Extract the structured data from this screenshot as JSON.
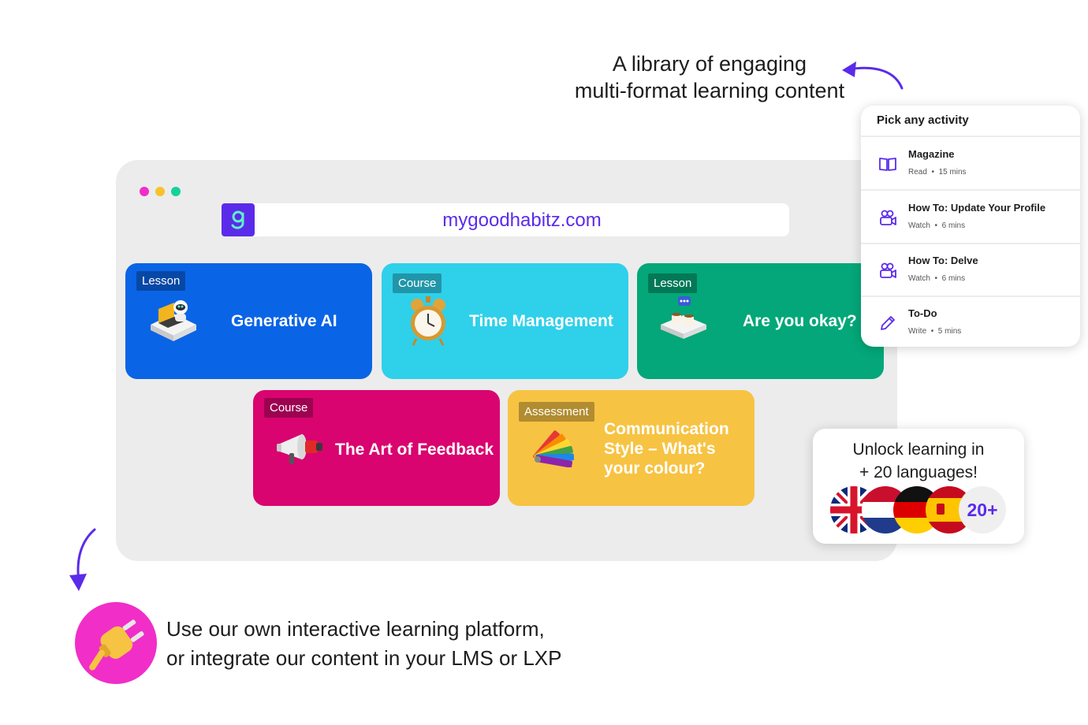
{
  "tagline": {
    "line1": "A library of engaging",
    "line2": "multi-format learning content"
  },
  "browser": {
    "dots": [
      "#f12ec8",
      "#f7c22b",
      "#14d29a"
    ],
    "url": "mygoodhabitz.com",
    "logo_letter": "g"
  },
  "cards": [
    {
      "badge": "Lesson",
      "title": "Generative AI",
      "color": "#0a64e6",
      "icon": "robot-laptop-icon"
    },
    {
      "badge": "Course",
      "title": "Time Management",
      "color": "#2fd0ea",
      "icon": "alarm-clock-icon"
    },
    {
      "badge": "Lesson",
      "title": "Are you okay?",
      "color": "#03a779",
      "icon": "coffee-chat-icon"
    },
    {
      "badge": "Course",
      "title": "The Art of Feedback",
      "color": "#d9046f",
      "icon": "megaphone-icon"
    },
    {
      "badge": "Assessment",
      "title_lines": [
        "Communication",
        "Style – What's",
        "your colour?"
      ],
      "color": "#f7c343",
      "icon": "color-swatch-icon"
    }
  ],
  "activity_panel": {
    "header": "Pick any activity",
    "items": [
      {
        "title": "Magazine",
        "verb": "Read",
        "duration": "15 mins",
        "icon": "book-icon"
      },
      {
        "title": "How To: Update Your Profile",
        "verb": "Watch",
        "duration": "6 mins",
        "icon": "video-camera-icon"
      },
      {
        "title": "How To: Delve",
        "verb": "Watch",
        "duration": "6 mins",
        "icon": "video-camera-icon"
      },
      {
        "title": "To-Do",
        "verb": "Write",
        "duration": "5 mins",
        "icon": "pencil-icon"
      }
    ],
    "separator": "•"
  },
  "languages": {
    "line1": "Unlock learning in",
    "line2": "+ 20 languages!",
    "flags": [
      "uk-flag-icon",
      "netherlands-flag-icon",
      "germany-flag-icon",
      "spain-flag-icon"
    ],
    "more": "20+"
  },
  "bottom": {
    "line1": "Use our own interactive learning platform,",
    "line2": "or integrate our content in your LMS or LXP",
    "icon": "plug-icon"
  },
  "accent_color": "#5b2bea"
}
